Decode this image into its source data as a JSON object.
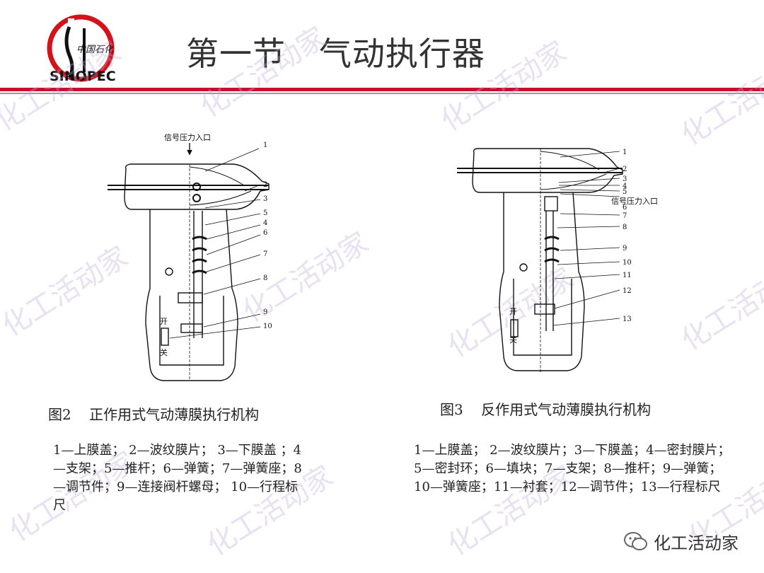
{
  "header": {
    "logo_text": "中国石化",
    "logo_brand": "SINOPEC",
    "title": "第一节   气动执行器"
  },
  "watermark": {
    "text": "化工活动家"
  },
  "figure1": {
    "inlet_label": "信号压力入口",
    "switch_open": "开",
    "switch_close": "关",
    "numbers": [
      "1",
      "2",
      "3",
      "5",
      "4",
      "6",
      "7",
      "8",
      "9",
      "10"
    ],
    "caption": "图2    正作用式气动薄膜执行机构",
    "legend": "1—上膜盖；  2—波纹膜片；  3—下膜盖 ；4—支架；5—推杆；6—弹簧；7—弹簧座；8—调节件；9—连接阀杆螺母；  10—行程标尺"
  },
  "figure2": {
    "inlet_label": "信号压力入口",
    "switch_open": "开",
    "switch_close": "关",
    "numbers": [
      "1",
      "2",
      "3",
      "4",
      "5",
      "6",
      "7",
      "8",
      "9",
      "10",
      "11",
      "12",
      "13"
    ],
    "caption": "图3    反作用式气动薄膜执行机构",
    "legend": "1—上膜盖；  2—波纹膜片；3—下膜盖；4—密封膜片；5—密封环；6—填块；7—支架；8—推杆；9—弹簧；10—弹簧座；11—衬套；12—调节件；13—行程标尺"
  },
  "footer": {
    "brand": "化工活动家"
  },
  "colors": {
    "accent_red": "#c8102e",
    "rule_gray": "#999999",
    "logo_red": "#d4121a",
    "watermark": "#beaad7"
  }
}
